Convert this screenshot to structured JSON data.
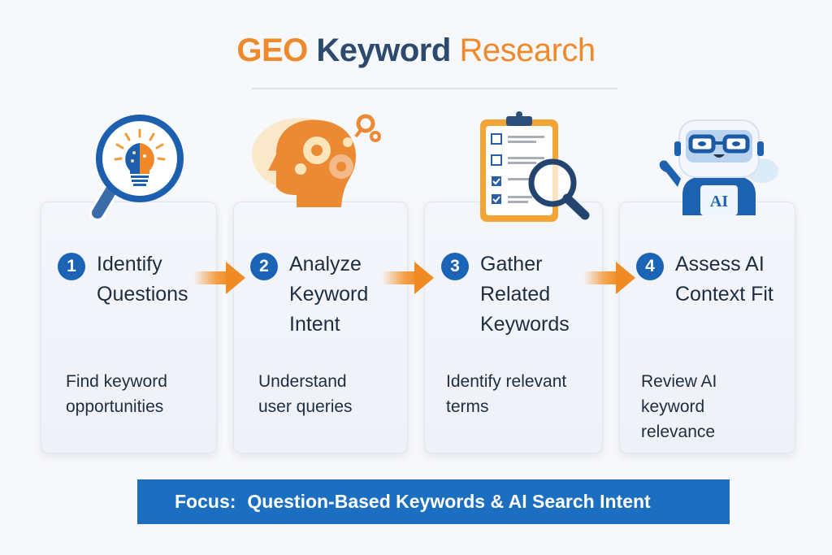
{
  "title": {
    "part1": "GEO",
    "part2": "Keyword",
    "part3": "Research"
  },
  "colors": {
    "accent_orange": "#ef8a2c",
    "navy": "#2c4a6e",
    "blue": "#1b64b5",
    "banner": "#1c6ec1"
  },
  "steps": [
    {
      "number": "1",
      "title": "Identify Questions",
      "description": "Find keyword opportunities",
      "icon": "magnifier-lightbulb-icon"
    },
    {
      "number": "2",
      "title": "Analyze Keyword Intent",
      "description": "Understand user queries",
      "icon": "head-gears-icon"
    },
    {
      "number": "3",
      "title": "Gather Related Keywords",
      "description": "Identify relevant terms",
      "icon": "clipboard-magnifier-icon"
    },
    {
      "number": "4",
      "title": "Assess AI Context Fit",
      "description": "Review AI keyword relevance",
      "icon": "ai-robot-icon"
    }
  ],
  "robot_badge": "AI",
  "banner": {
    "label": "Focus:",
    "text": "Question-Based Keywords & AI Search Intent"
  }
}
